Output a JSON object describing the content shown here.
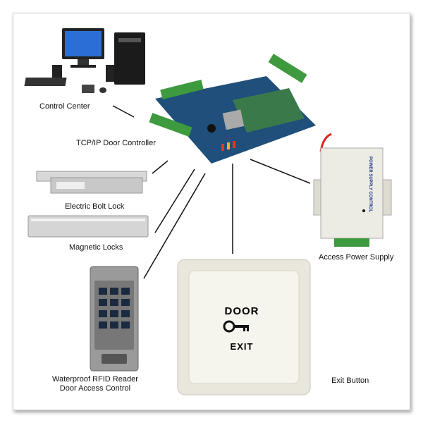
{
  "labels": {
    "control_center": "Control Center",
    "controller": "TCP/IP Door Controller",
    "bolt_lock": "Electric Bolt Lock",
    "magnetic_locks": "Magnetic Locks",
    "rfid_line1": "Waterproof RFID Reader",
    "rfid_line2": "Door Access Control",
    "exit_button": "Exit Button",
    "power_supply": "Access Power Supply"
  },
  "exit_plate": {
    "top": "DOOR",
    "bottom": "EXIT"
  },
  "power_supply_print": {
    "title": "POWER SUPPLY CONTROL"
  },
  "colors": {
    "pcb": "#1f4f7a",
    "terminal": "#3e9a3e",
    "line": "#111111"
  }
}
